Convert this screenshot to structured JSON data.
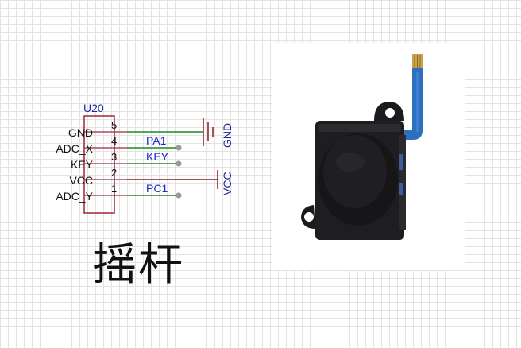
{
  "component": {
    "ref": "U20"
  },
  "pins": [
    {
      "num": "5",
      "label": "GND"
    },
    {
      "num": "4",
      "label": "ADC_X"
    },
    {
      "num": "3",
      "label": "KEY"
    },
    {
      "num": "2",
      "label": "VCC"
    },
    {
      "num": "1",
      "label": "ADC_Y"
    }
  ],
  "nets": {
    "n1": "PA1",
    "n2": "KEY",
    "n3": "PC1"
  },
  "power": {
    "gnd": "GND",
    "vcc": "VCC"
  },
  "caption": "摇杆",
  "colors": {
    "wire": "#1a8c1a",
    "body": "#a0263a",
    "label": "#1a2acc",
    "power": "#8b1a1a",
    "fpc": "#2f6fc0",
    "joystick": "#1b1b1d"
  }
}
